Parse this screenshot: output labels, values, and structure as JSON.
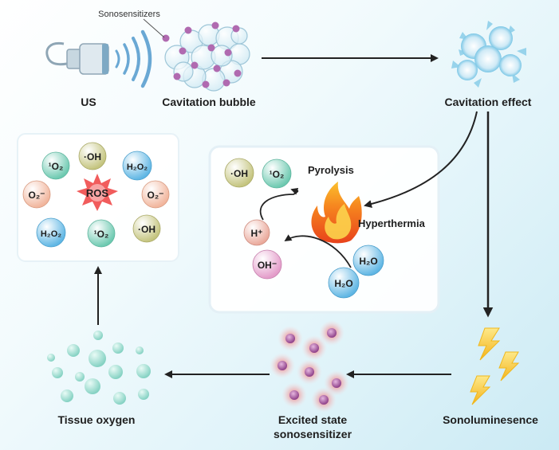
{
  "labels": {
    "us": "US",
    "sonosensitizers": "Sonosensitizers",
    "cavitation_bubble": "Cavitation bubble",
    "cavitation_effect": "Cavitation effect",
    "pyrolysis": "Pyrolysis",
    "hyperthermia": "Hyperthermia",
    "sonoluminesence": "Sonoluminesence",
    "excited_state_line1": "Excited state",
    "excited_state_line2": "sonosensitizer",
    "tissue_oxygen": "Tissue oxygen",
    "ros": "ROS"
  },
  "molecules": {
    "singlet_oxygen": "¹O₂",
    "hydroxyl_radical": "·OH",
    "hydrogen_peroxide": "H₂O₂",
    "superoxide": "O₂⁻",
    "water": "H₂O",
    "proton": "H⁺",
    "hydroxide": "OH⁻"
  },
  "colors": {
    "singlet_oxygen": "#6cc9b0",
    "hydroxyl_radical": "#c4c47e",
    "hydrogen_peroxide": "#5fb6e4",
    "superoxide": "#f1b59c",
    "water": "#5fb6e4",
    "proton": "#eaa99b",
    "hydroxide": "#e39bc9",
    "ros_star": "#f04a4a",
    "flame": "#f26a1b",
    "bolt": "#f7c21b",
    "excited_core": "#a0509a",
    "arrow": "#222222"
  }
}
